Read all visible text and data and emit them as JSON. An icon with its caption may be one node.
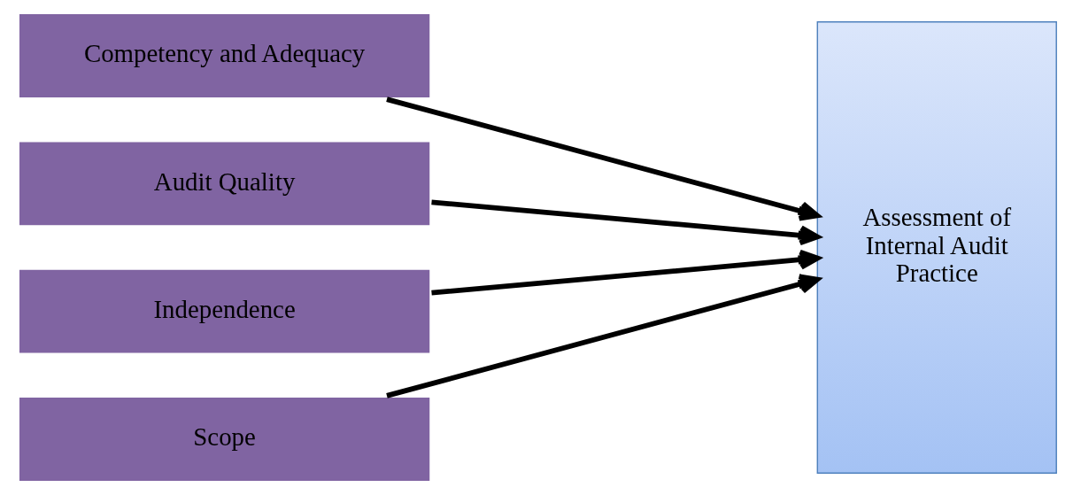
{
  "diagram": {
    "nodes": [
      {
        "text": [
          "Competency and Adequacy"
        ]
      },
      {
        "text": [
          "Audit Quality"
        ]
      },
      {
        "text": [
          "Independence"
        ]
      },
      {
        "text": [
          "Scope"
        ]
      },
      {
        "text": [
          "Assessment of Internal Audit Practice"
        ]
      }
    ],
    "edges": [
      {
        "from": 0,
        "to": 4,
        "arrow": "to"
      },
      {
        "from": 1,
        "to": 4,
        "arrow": "to"
      },
      {
        "from": 2,
        "to": 4,
        "arrow": "to"
      },
      {
        "from": 3,
        "to": 4,
        "arrow": "to"
      }
    ]
  }
}
